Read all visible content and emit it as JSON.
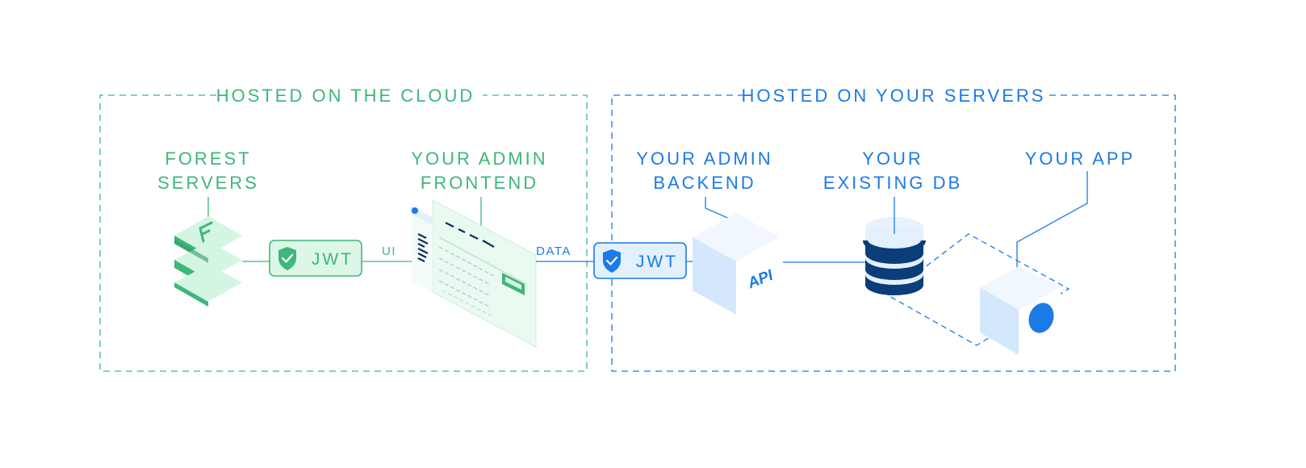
{
  "colors": {
    "green": "#3fb67a",
    "green_light": "#c9f1d9",
    "green_pale": "#e6f8ee",
    "blue": "#1a7ae8",
    "blue_dark": "#0b3d7a",
    "blue_light": "#d4e8fd",
    "blue_pale": "#eef6ff"
  },
  "cloud": {
    "title": "HOSTED ON THE CLOUD",
    "forest_servers": {
      "line1": "FOREST",
      "line2": "SERVERS",
      "icon": "forest-logo-stack-icon"
    },
    "jwt_badge": {
      "label": "JWT",
      "icon": "shield-check-icon"
    },
    "ui_link_label": "UI",
    "admin_frontend": {
      "line1": "YOUR ADMIN",
      "line2": "FRONTEND",
      "icon": "browser-window-icon"
    }
  },
  "servers": {
    "title": "HOSTED ON YOUR SERVERS",
    "data_link_label": "DATA",
    "jwt_badge": {
      "label": "JWT",
      "icon": "shield-check-icon"
    },
    "admin_backend": {
      "line1": "YOUR ADMIN",
      "line2": "BACKEND",
      "cube_label": "API",
      "icon": "api-cube-icon"
    },
    "existing_db": {
      "line1": "YOUR",
      "line2": "EXISTING DB",
      "icon": "database-icon"
    },
    "app": {
      "line1": "YOUR APP",
      "icon": "app-cube-icon"
    }
  }
}
